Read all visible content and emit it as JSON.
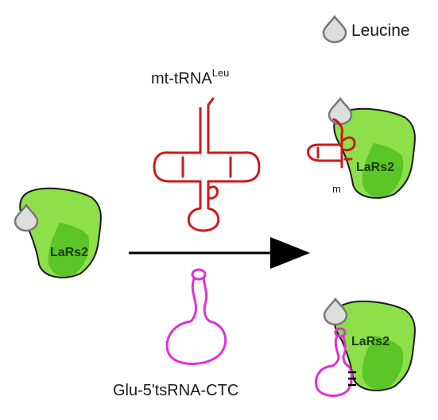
{
  "legend": {
    "icon": "leucine-drop-icon",
    "label": "Leucine"
  },
  "labels": {
    "mt_trna_base": "mt-tRNA",
    "mt_trna_sup": "Leu",
    "tsrna": "Glu-5'tsRNA-CTC",
    "enzyme": "LaRs2",
    "partial_tag": "m"
  },
  "colors": {
    "enzyme_light": "#8ee04a",
    "enzyme_dark": "#5cc528",
    "outline": "#1a1a1a",
    "leucine_fill": "#dddddd",
    "leucine_stroke": "#777777",
    "mt_trna": "#cc1a1a",
    "tsrna": "#e030d8",
    "arrow": "#000000"
  }
}
